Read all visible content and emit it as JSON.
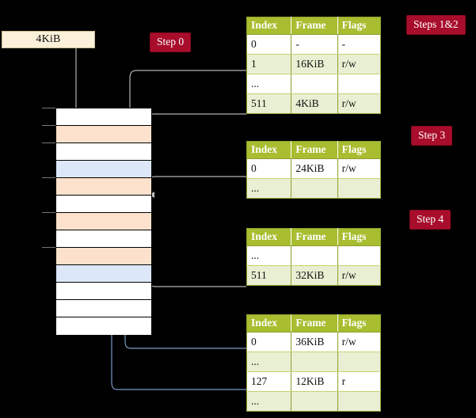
{
  "diagram": {
    "title_hidden": "",
    "page_box": {
      "label": "4KiB"
    },
    "badges": {
      "step0": "Step 0",
      "steps12": "Steps 1&2",
      "step3": "Step 3",
      "step4": "Step 4"
    },
    "colors": {
      "header_green": "#A8BD2F",
      "badge_red": "#A80D2B",
      "row_alt_green": "#E9EFD2",
      "highlight_yellow": "#FAF5A8",
      "page_box_cream": "#FBF0D9",
      "memory_peach": "#FCE2CC",
      "memory_blue": "#DCE8F7",
      "wire_gray": "#B3B3B3",
      "wire_blue": "#7B9BC7",
      "background": "#000000"
    },
    "table_columns": [
      "Index",
      "Frame",
      "Flags"
    ],
    "tables": [
      {
        "name": "page-table-level-1",
        "columns": [
          "Index",
          "Frame",
          "Flags"
        ],
        "rows": [
          {
            "cells": [
              "0",
              "-",
              "-"
            ],
            "alt": false,
            "highlight": false
          },
          {
            "cells": [
              "1",
              "16KiB",
              "r/w"
            ],
            "alt": true,
            "highlight": false
          },
          {
            "cells": [
              "...",
              "",
              ""
            ],
            "alt": false,
            "highlight": false
          },
          {
            "cells": [
              "511",
              "4KiB",
              "r/w"
            ],
            "alt": true,
            "highlight": true
          }
        ]
      },
      {
        "name": "page-table-level-2",
        "columns": [
          "Index",
          "Frame",
          "Flags"
        ],
        "rows": [
          {
            "cells": [
              "0",
              "24KiB",
              "r/w"
            ],
            "alt": false,
            "highlight": false
          },
          {
            "cells": [
              "...",
              "",
              ""
            ],
            "alt": true,
            "highlight": false
          }
        ]
      },
      {
        "name": "page-table-level-3",
        "columns": [
          "Index",
          "Frame",
          "Flags"
        ],
        "rows": [
          {
            "cells": [
              "...",
              "",
              ""
            ],
            "alt": false,
            "highlight": false
          },
          {
            "cells": [
              "511",
              "32KiB",
              "r/w"
            ],
            "alt": true,
            "highlight": false
          }
        ]
      },
      {
        "name": "page-table-level-4",
        "columns": [
          "Index",
          "Frame",
          "Flags"
        ],
        "rows": [
          {
            "cells": [
              "0",
              "36KiB",
              "r/w"
            ],
            "alt": false,
            "highlight": false
          },
          {
            "cells": [
              "...",
              "",
              ""
            ],
            "alt": true,
            "highlight": false
          },
          {
            "cells": [
              "127",
              "12KiB",
              "r"
            ],
            "alt": false,
            "highlight": false
          },
          {
            "cells": [
              "...",
              "",
              ""
            ],
            "alt": true,
            "highlight": false
          }
        ]
      }
    ],
    "memory_column": {
      "name": "physical-memory-column",
      "row_count": 13,
      "rows": [
        {
          "fill": "white"
        },
        {
          "fill": "peach"
        },
        {
          "fill": "white"
        },
        {
          "fill": "blue"
        },
        {
          "fill": "peach"
        },
        {
          "fill": "white"
        },
        {
          "fill": "peach"
        },
        {
          "fill": "white"
        },
        {
          "fill": "peach"
        },
        {
          "fill": "blue"
        },
        {
          "fill": "white"
        },
        {
          "fill": "white"
        },
        {
          "fill": "white"
        }
      ]
    }
  }
}
